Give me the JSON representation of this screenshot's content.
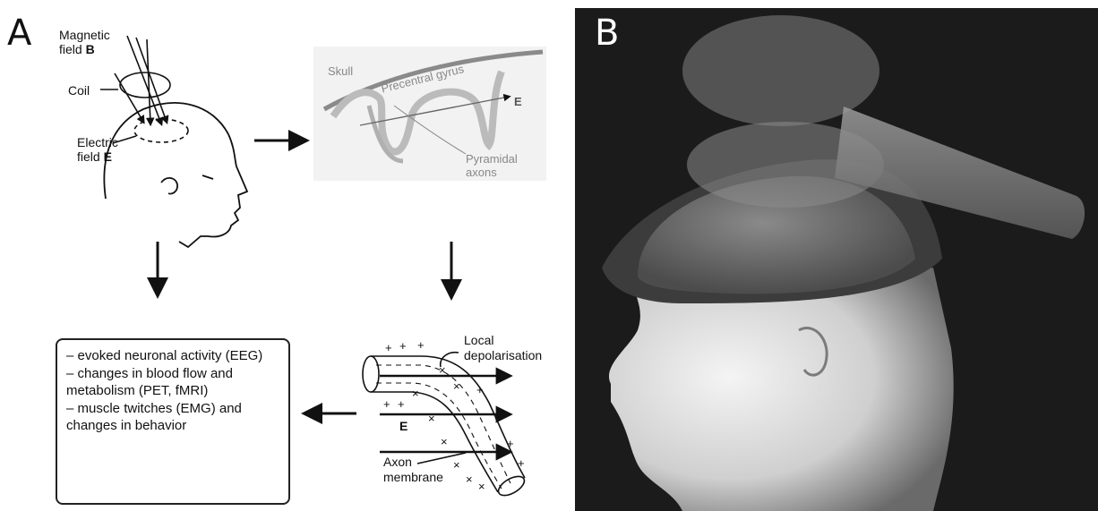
{
  "panel_a": {
    "letter": "A",
    "head_labels": {
      "magnetic": "Magnetic",
      "field_b_word": "field",
      "field_b_symbol": "B",
      "coil": "Coil",
      "electric": "Electric",
      "field_e_word": "field",
      "field_e_symbol": "E"
    },
    "cortex_labels": {
      "skull": "Skull",
      "precentral": "Precentral gyrus",
      "e": "E",
      "pyramidal": "Pyramidal",
      "axons": "axons"
    },
    "axon_labels": {
      "local": "Local",
      "depol": "depolarisation",
      "e": "E",
      "axon": "Axon",
      "membrane": "membrane"
    },
    "effects": [
      "– evoked neuronal activity (EEG)",
      "– changes in blood flow and metabolism (PET, fMRI)",
      "– muscle twitches (EMG) and changes in behavior"
    ]
  },
  "panel_b": {
    "letter": "B"
  },
  "colors": {
    "panel_b_background": "#1b1b1b",
    "arrow": "#111111",
    "cortex_grey": "#aaaaaa"
  }
}
